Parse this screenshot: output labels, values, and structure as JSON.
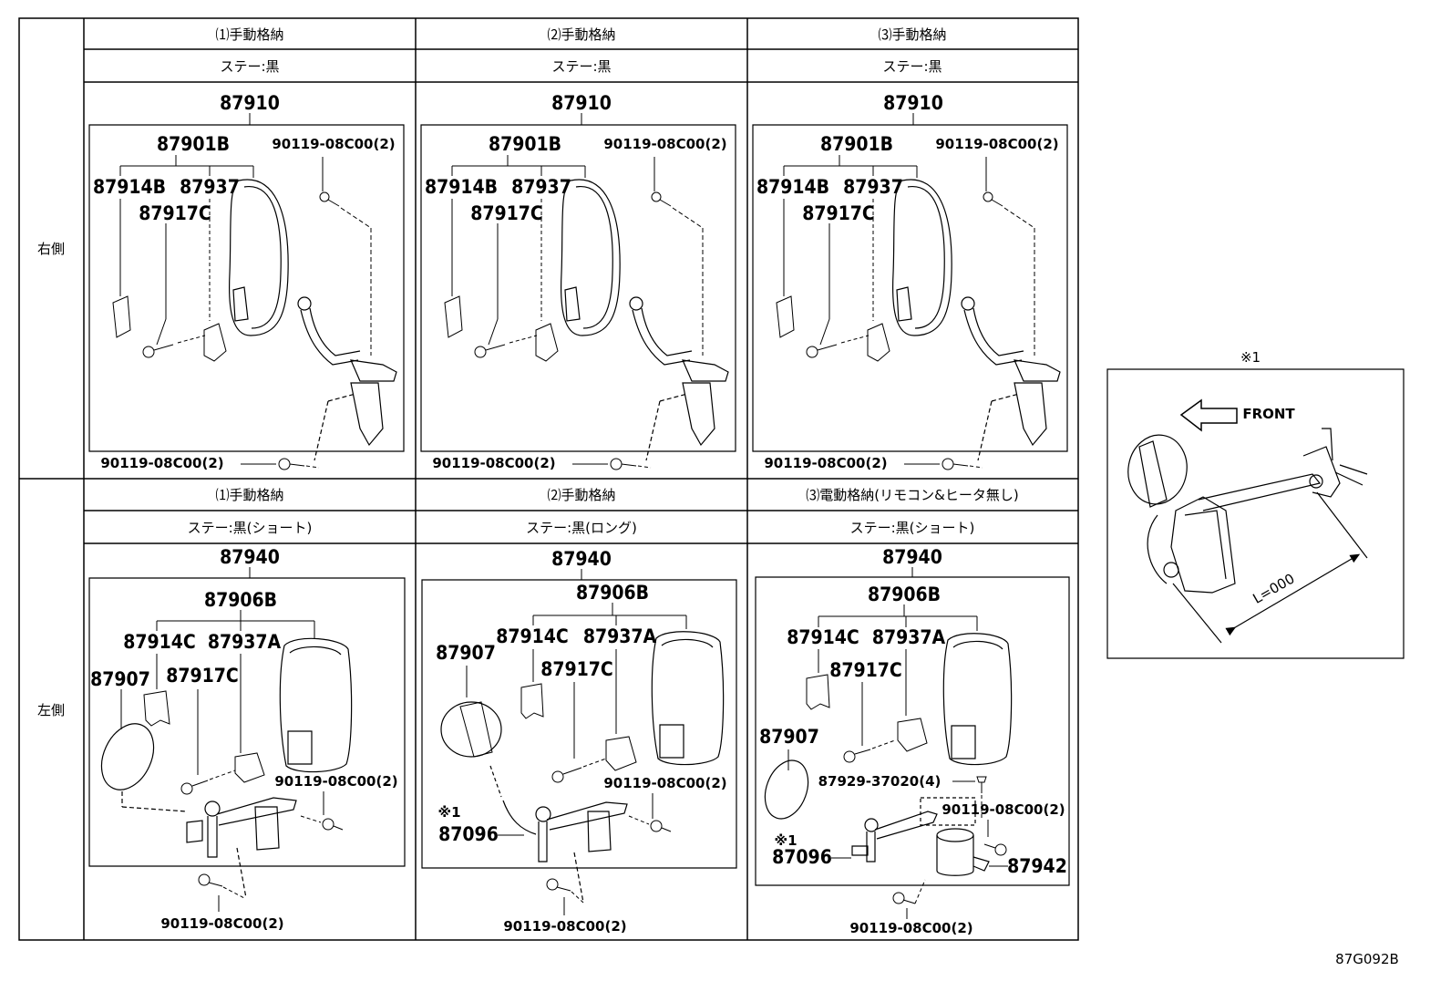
{
  "diagram": {
    "rows": [
      {
        "side_label": "右側",
        "columns": [
          {
            "method": "⑴手動格納",
            "stay": "ステー:黒",
            "assembly": "87910",
            "sub_assembly": "87901B",
            "bolt_top": "90119-08C00(2)",
            "parts": [
              "87914B",
              "87937",
              "87917C"
            ],
            "bolt_bottom": "90119-08C00(2)"
          },
          {
            "method": "⑵手動格納",
            "stay": "ステー:黒",
            "assembly": "87910",
            "sub_assembly": "87901B",
            "bolt_top": "90119-08C00(2)",
            "parts": [
              "87914B",
              "87937",
              "87917C"
            ],
            "bolt_bottom": "90119-08C00(2)"
          },
          {
            "method": "⑶手動格納",
            "stay": "ステー:黒",
            "assembly": "87910",
            "sub_assembly": "87901B",
            "bolt_top": "90119-08C00(2)",
            "parts": [
              "87914B",
              "87937",
              "87917C"
            ],
            "bolt_bottom": "90119-08C00(2)"
          }
        ]
      },
      {
        "side_label": "左側",
        "columns": [
          {
            "method": "⑴手動格納",
            "stay": "ステー:黒(ショート)",
            "assembly": "87940",
            "sub_assembly": "87906B",
            "parts": [
              "87914C",
              "87937A",
              "87917C",
              "87907"
            ],
            "bolt_inner": "90119-08C00(2)",
            "bolt_bottom": "90119-08C00(2)"
          },
          {
            "method": "⑵手動格納",
            "stay": "ステー:黒(ロング)",
            "assembly": "87940",
            "sub_assembly": "87906B",
            "parts": [
              "87914C",
              "87937A",
              "87917C",
              "87907"
            ],
            "note_mark": "※1",
            "stay_part": "87096",
            "bolt_inner": "90119-08C00(2)",
            "bolt_bottom": "90119-08C00(2)"
          },
          {
            "method": "⑶電動格納(リモコン&ヒータ無し)",
            "stay": "ステー:黒(ショート)",
            "assembly": "87940",
            "sub_assembly": "87906B",
            "parts": [
              "87914C",
              "87937A",
              "87917C",
              "87907"
            ],
            "screw": "87929-37020(4)",
            "note_mark": "※1",
            "stay_part": "87096",
            "motor": "87942",
            "bolt_inner": "90119-08C00(2)",
            "bolt_bottom": "90119-08C00(2)"
          }
        ]
      }
    ],
    "inset": {
      "mark": "※1",
      "front_label": "FRONT",
      "dimension_label": "L=000"
    },
    "figure_code": "87G092B"
  }
}
